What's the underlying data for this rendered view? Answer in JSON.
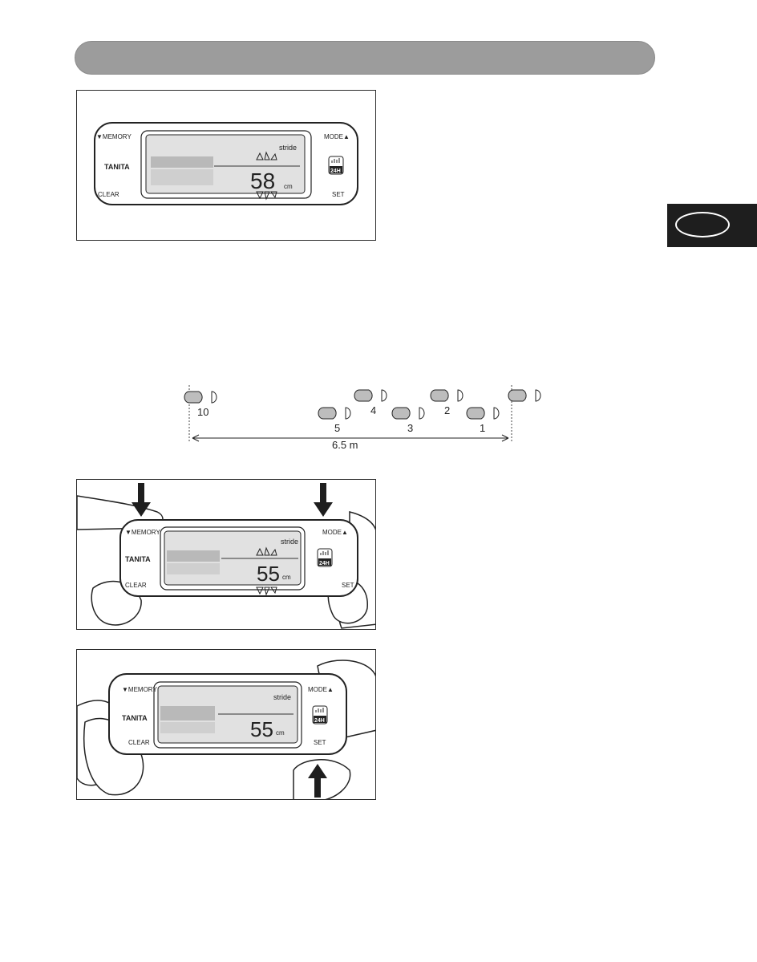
{
  "device": {
    "memory_label": "▼MEMORY",
    "mode_label": "MODE▲",
    "clear_label": "CLEAR",
    "set_label": "SET",
    "brand": "TANITA",
    "badge_label": "24H",
    "stride_label": "stride",
    "unit": "cm"
  },
  "panels": [
    {
      "digits": "58"
    },
    {
      "digits": "55"
    },
    {
      "digits": "55"
    }
  ],
  "walk": {
    "step_labels": [
      "10",
      "4",
      "2",
      "5",
      "3",
      "1"
    ],
    "distance": "6.5 m"
  }
}
